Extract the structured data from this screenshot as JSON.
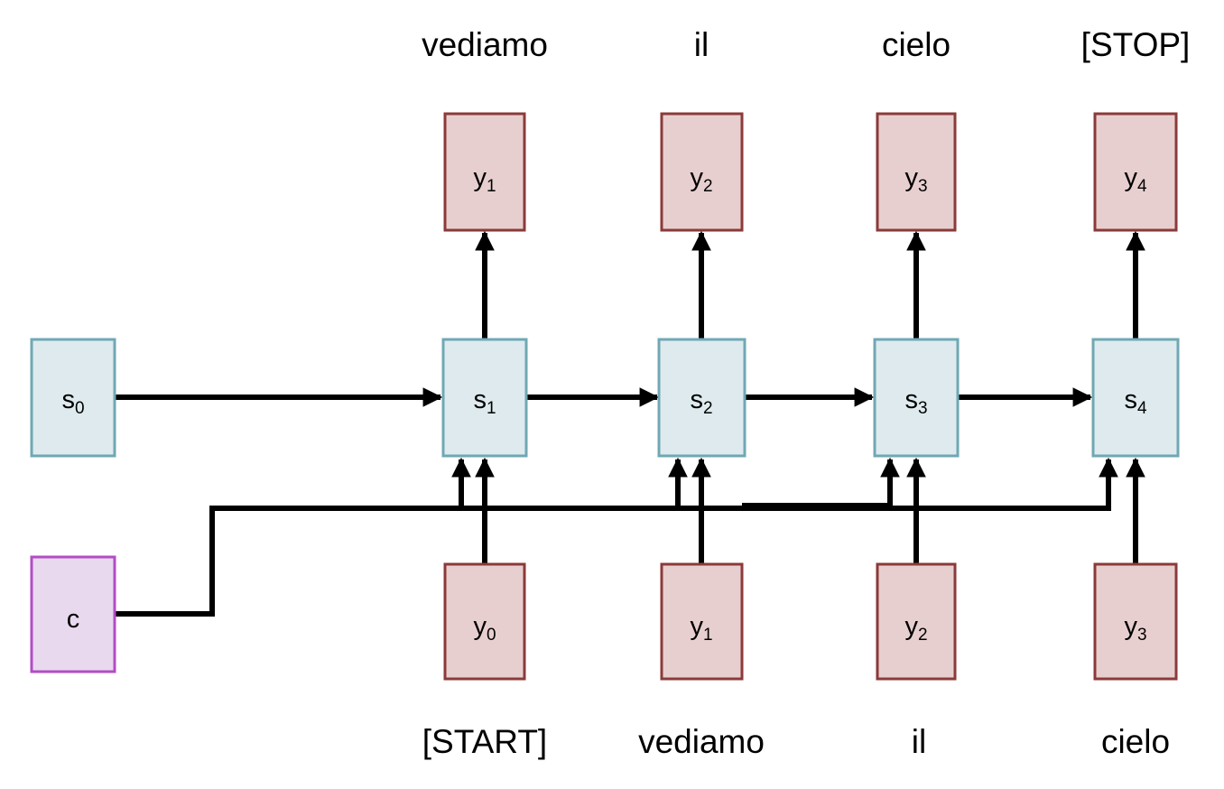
{
  "colors": {
    "state_fill": "#deeaee",
    "state_border": "#6fa8b4",
    "token_fill": "#e8cfcf",
    "token_border": "#8b3a3a",
    "context_fill": "#e9d9ee",
    "context_border": "#b34cc6",
    "arrow": "#000000"
  },
  "context": {
    "label": "c"
  },
  "initial_state": {
    "base": "s",
    "sub": "0"
  },
  "states": [
    {
      "base": "s",
      "sub": "1"
    },
    {
      "base": "s",
      "sub": "2"
    },
    {
      "base": "s",
      "sub": "3"
    },
    {
      "base": "s",
      "sub": "4"
    }
  ],
  "outputs": [
    {
      "base": "y",
      "sub": "1",
      "word": "vediamo"
    },
    {
      "base": "y",
      "sub": "2",
      "word": "il"
    },
    {
      "base": "y",
      "sub": "3",
      "word": "cielo"
    },
    {
      "base": "y",
      "sub": "4",
      "word": "[STOP]"
    }
  ],
  "inputs": [
    {
      "base": "y",
      "sub": "0",
      "word": "[START]"
    },
    {
      "base": "y",
      "sub": "1",
      "word": "vediamo"
    },
    {
      "base": "y",
      "sub": "2",
      "word": "il"
    },
    {
      "base": "y",
      "sub": "3",
      "word": "cielo"
    }
  ]
}
